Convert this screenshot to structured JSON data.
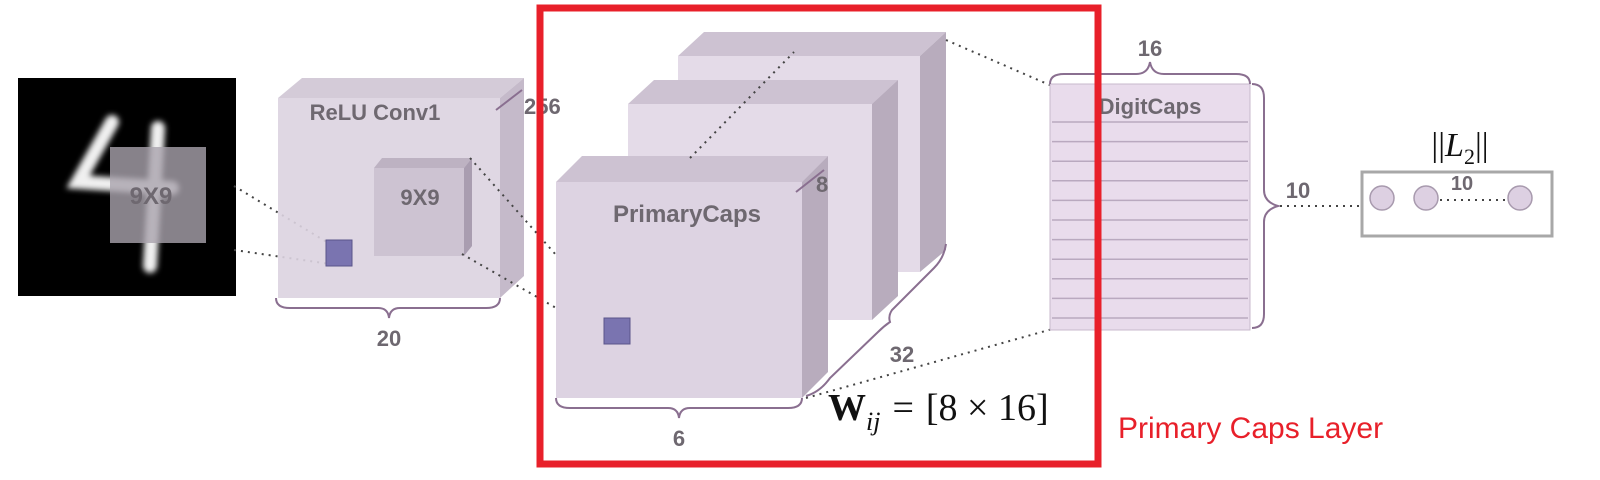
{
  "input": {
    "digit_glyph": "4",
    "kernel_label": "9X9"
  },
  "conv1": {
    "title": "ReLU Conv1",
    "kernel_label": "9X9",
    "depth_label": "256",
    "width_label": "20"
  },
  "primary_caps": {
    "title": "PrimaryCaps",
    "depth_label": "8",
    "width_label": "6",
    "count_label": "32"
  },
  "weight_formula": {
    "symbol": "W",
    "subscript": "ij",
    "equals": "=",
    "value": "[8 × 16]"
  },
  "digit_caps": {
    "title": "DigitCaps",
    "width_label": "16",
    "height_label": "10"
  },
  "l2_norm": {
    "label_pre": "||",
    "label_var": "L",
    "label_sub": "2",
    "label_post": "||",
    "count_label": "10"
  },
  "highlight": {
    "caption": "Primary Caps Layer",
    "color": "#e8202a"
  },
  "colors": {
    "block_face": "#dcd2e0",
    "block_top": "#cdc2d2",
    "block_side": "#b8acbd",
    "marker": "#7a74b0"
  }
}
